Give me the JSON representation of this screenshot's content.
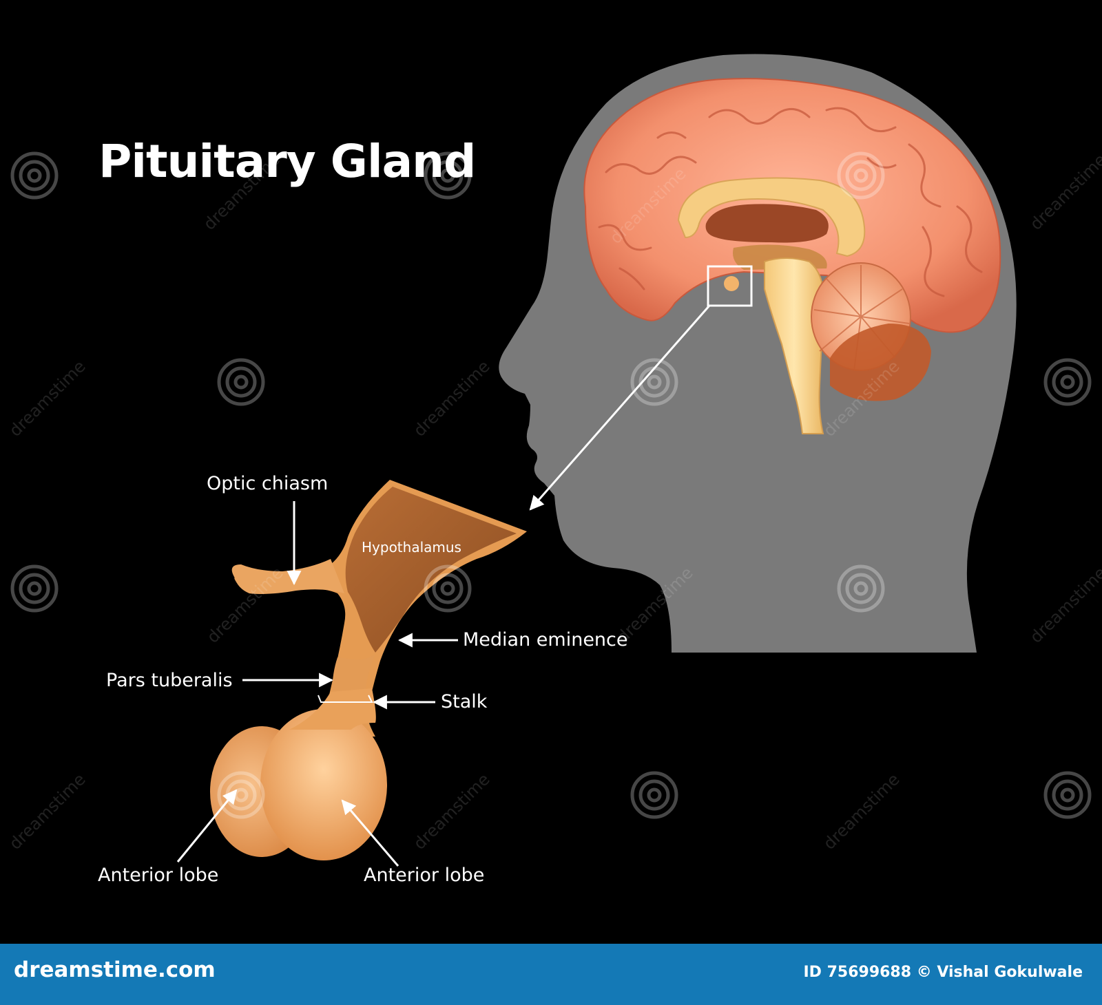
{
  "title": "Pituitary Gland",
  "labels": {
    "optic_chiasm": "Optic chiasm",
    "hypothalamus": "Hypothalamus",
    "median_eminence": "Median eminence",
    "pars_tuberalis": "Pars tuberalis",
    "stalk": "Stalk",
    "anterior_lobe_left": "Anterior lobe",
    "anterior_lobe_right": "Anterior lobe"
  },
  "watermark": {
    "text": "dreamstime"
  },
  "footer": {
    "brand": "dreamstime.com",
    "credit": "ID 75699688 © Vishal Gokulwale"
  },
  "colors": {
    "background": "#000000",
    "head_silhouette": "#7a7a7a",
    "brain_cortex": "#f49876",
    "gland": "#e49a54",
    "hypothalamus": "#9c5a2c",
    "footer": "#1479b6",
    "text": "#ffffff"
  }
}
